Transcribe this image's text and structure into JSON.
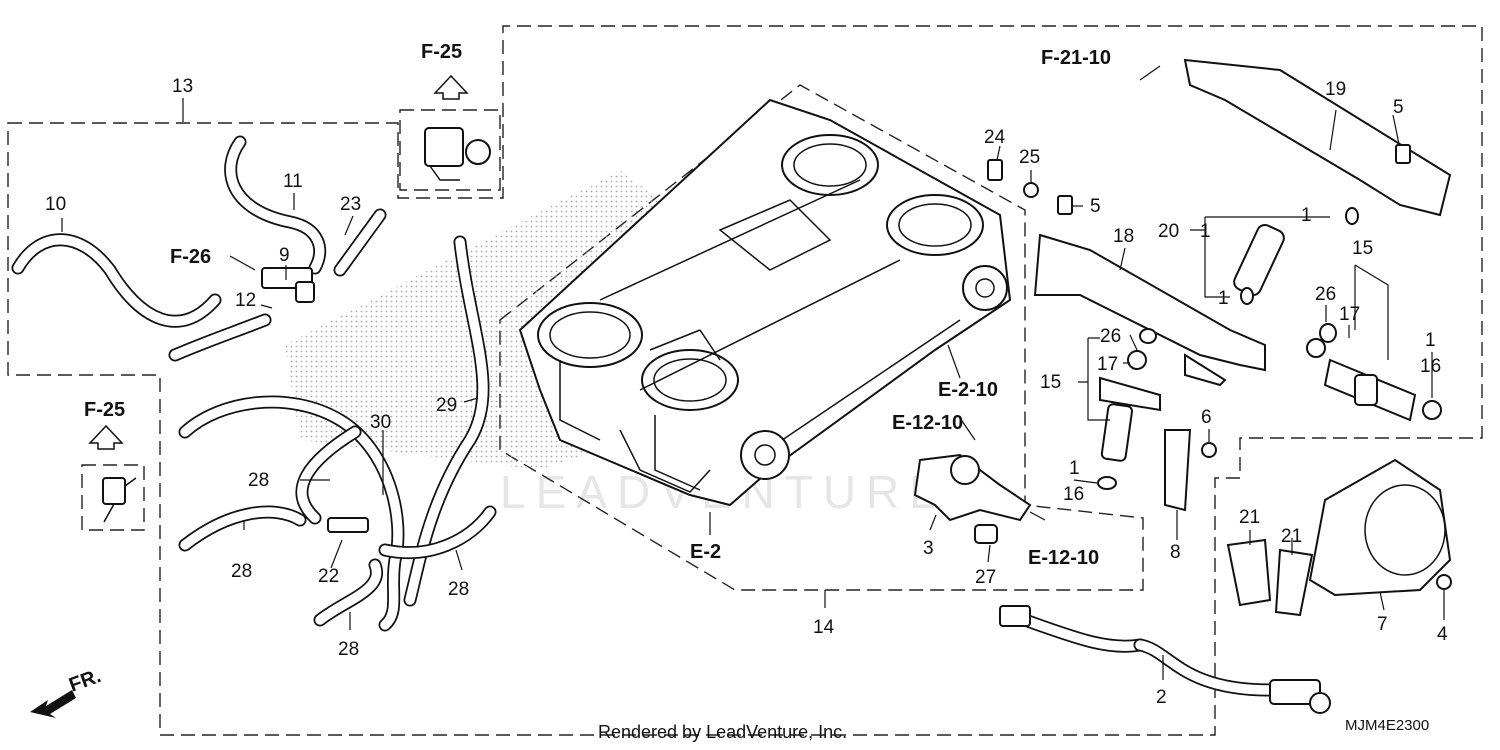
{
  "part_numbers": [
    "1",
    "1",
    "1",
    "1",
    "1",
    "2",
    "3",
    "4",
    "5",
    "5",
    "6",
    "7",
    "8",
    "9",
    "10",
    "11",
    "12",
    "13",
    "14",
    "15",
    "15",
    "16",
    "16",
    "17",
    "17",
    "18",
    "19",
    "20",
    "21",
    "21",
    "22",
    "23",
    "24",
    "25",
    "26",
    "26",
    "27",
    "28",
    "28",
    "28",
    "28",
    "29",
    "30"
  ],
  "refs": {
    "f25_top": "F-25",
    "f25_left": "F-25",
    "f21_10": "F-21-10",
    "f26": "F-26",
    "e2_10": "E-2-10",
    "e12_10_top": "E-12-10",
    "e12_10_bottom": "E-12-10",
    "e2": "E-2"
  },
  "front_indicator": "FR.",
  "footer": {
    "rendered_by": "Rendered by LeadVenture, Inc.",
    "diagram_code": "MJM4E2300"
  },
  "watermark": "LEADVENTURE"
}
